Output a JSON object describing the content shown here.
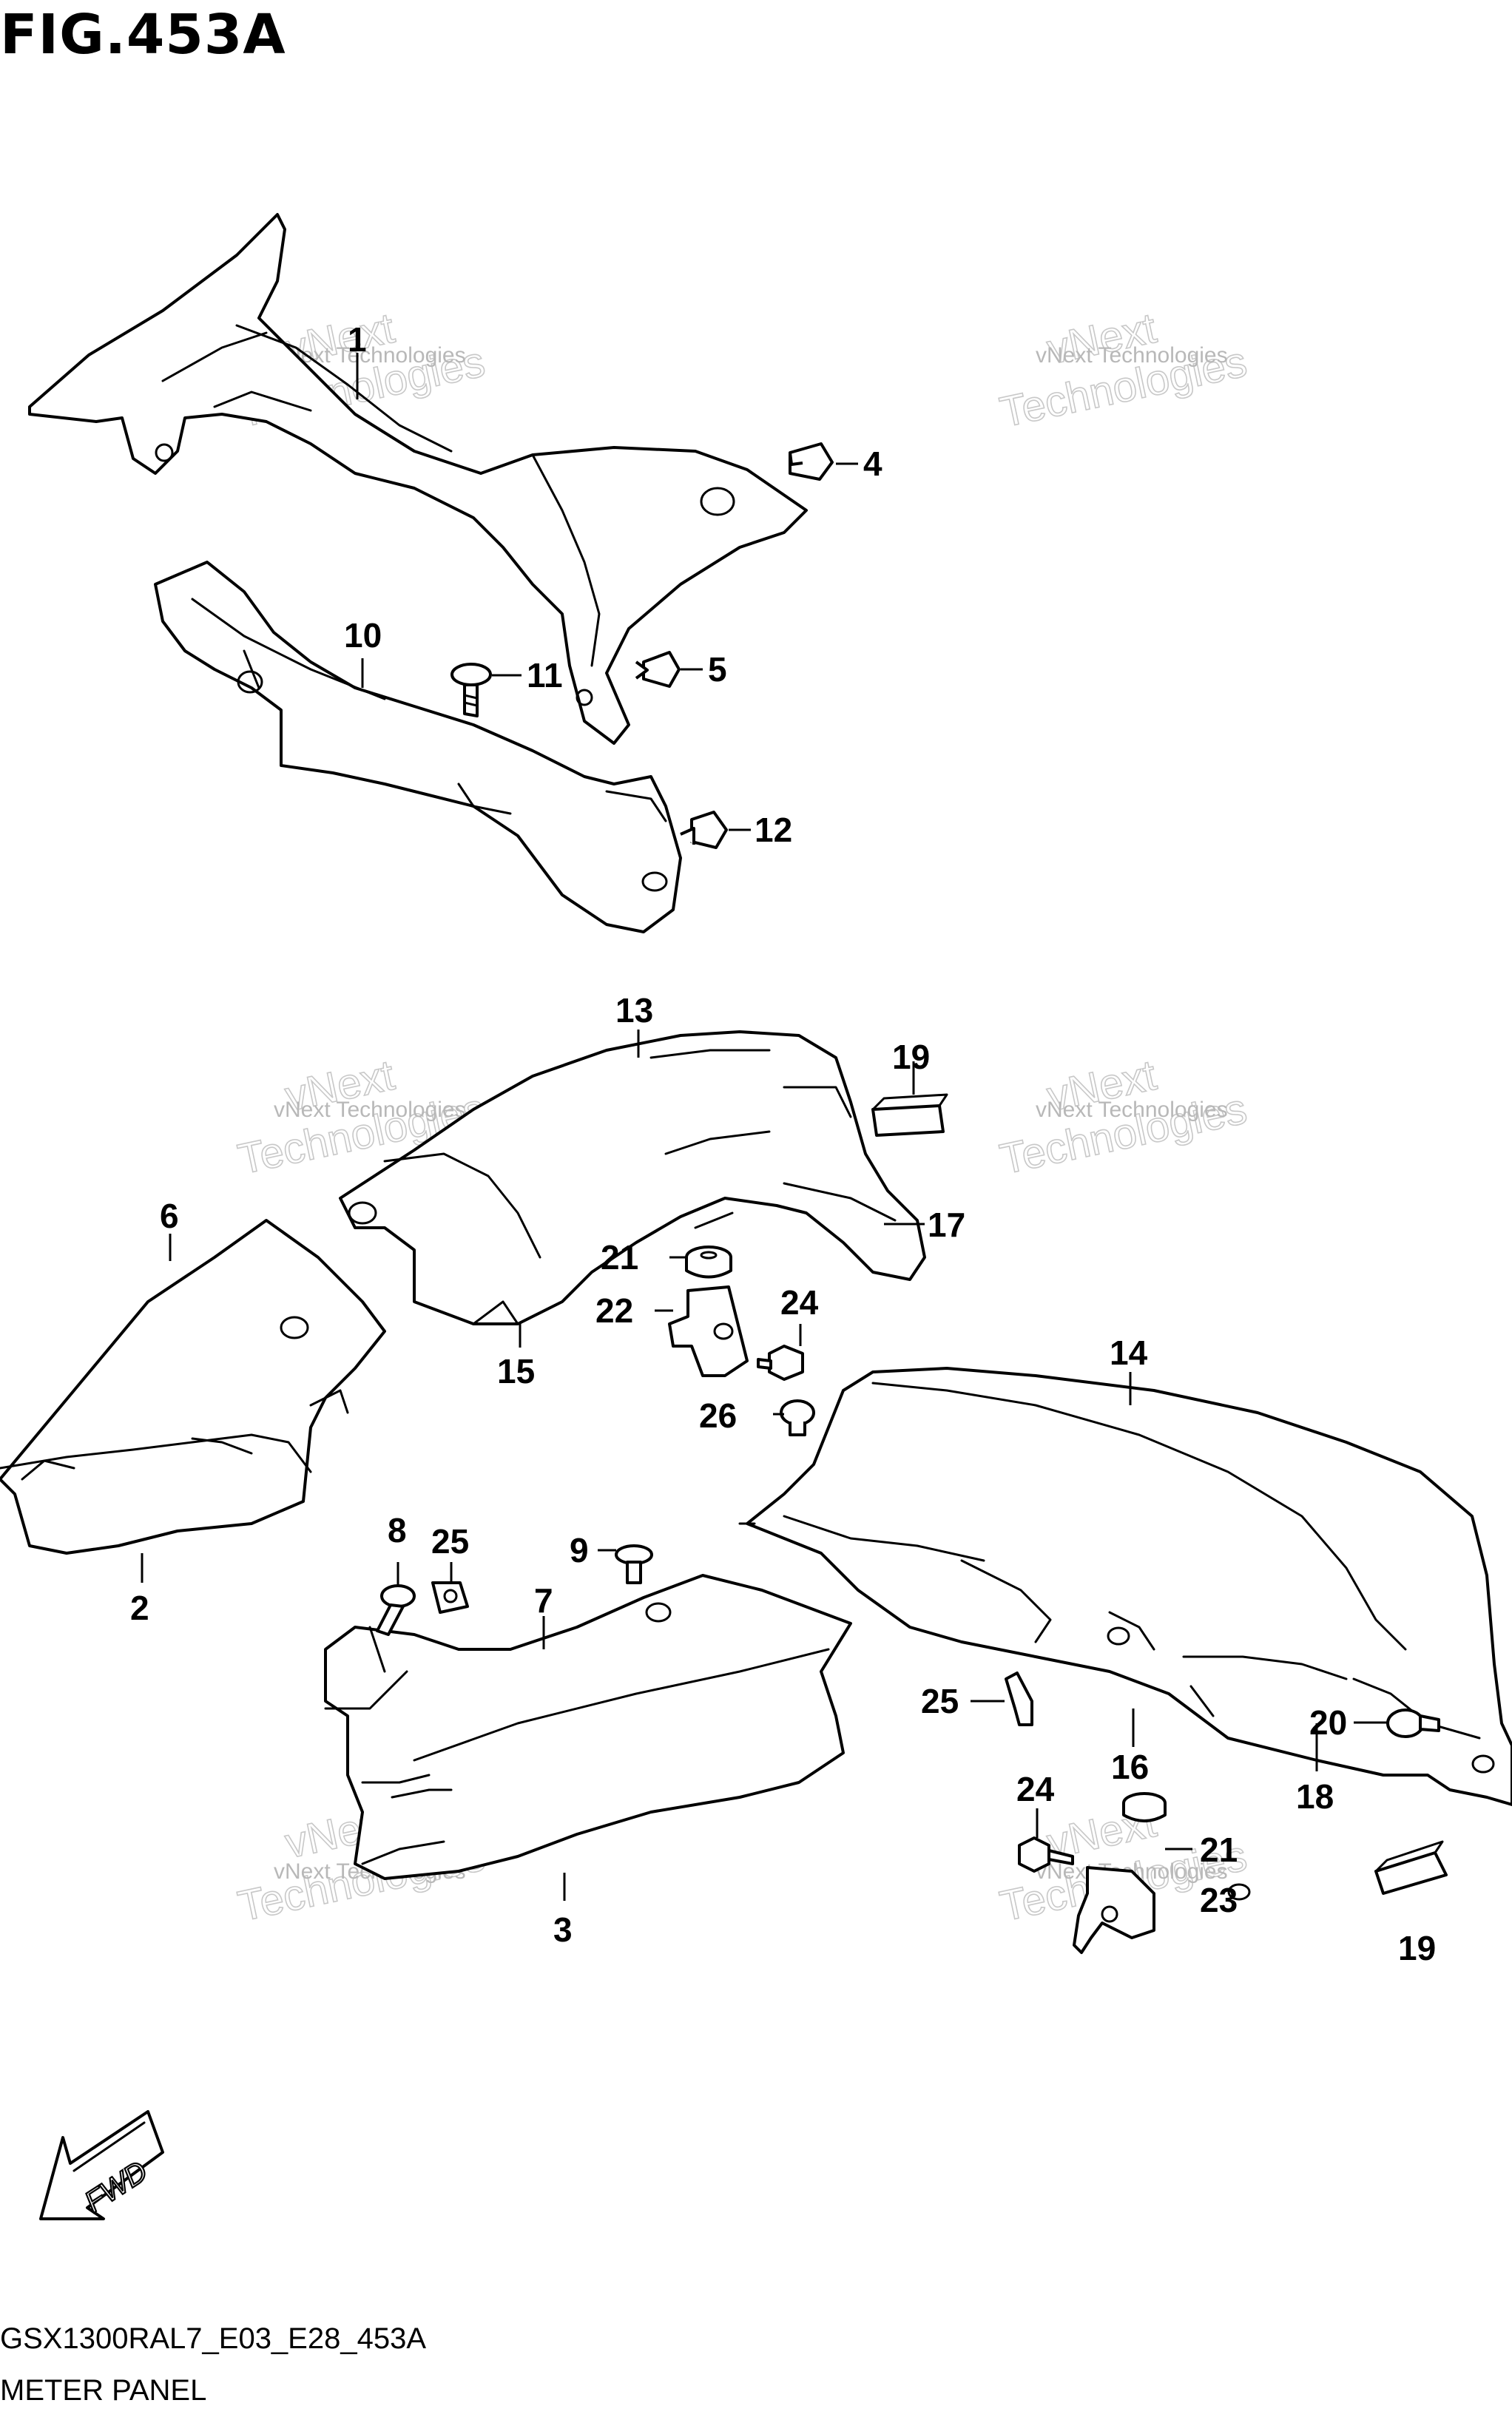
{
  "figure": {
    "title": "FIG.453A",
    "model_code": "GSX1300RAL7_E03_E28_453A",
    "name": "METER PANEL"
  },
  "watermark": {
    "line1": "vNext",
    "line2": "Technologies",
    "small": "vNext Technologies"
  },
  "fwd_label": "FWD",
  "callouts": [
    "1",
    "2",
    "3",
    "4",
    "5",
    "6",
    "7",
    "8",
    "9",
    "10",
    "11",
    "12",
    "13",
    "14",
    "15",
    "16",
    "17",
    "18",
    "19",
    "19",
    "20",
    "21",
    "21",
    "22",
    "23",
    "24",
    "24",
    "25",
    "25",
    "26"
  ]
}
